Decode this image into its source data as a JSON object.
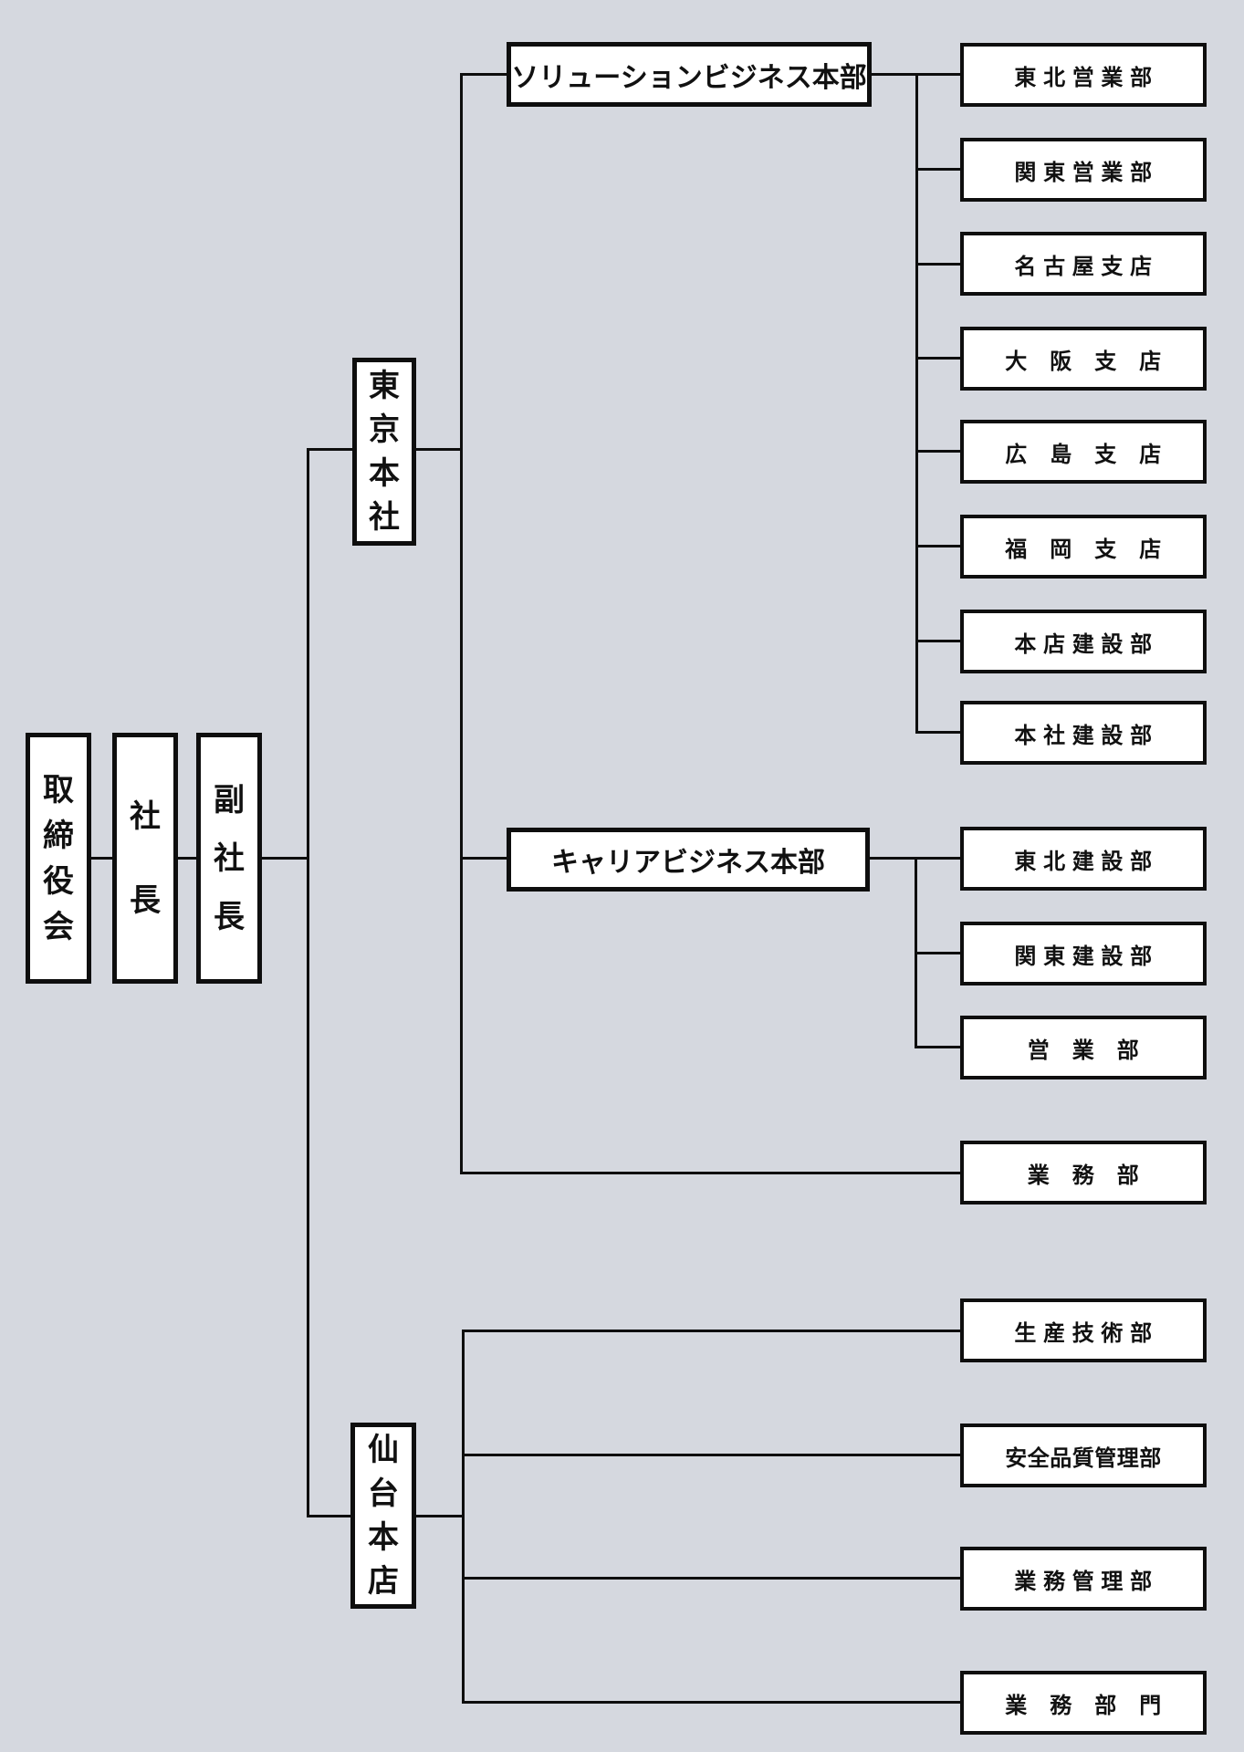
{
  "diagram": {
    "type": "org-chart",
    "background_color": "#d5d8df",
    "box_fill_color": "#ffffff",
    "line_color": "#0e0e0e",
    "hierarchy": [
      [
        "取締役会",
        "社長"
      ],
      [
        "社長",
        "副社長"
      ],
      [
        "副社長",
        "東京本社"
      ],
      [
        "副社長",
        "仙台本店"
      ],
      [
        "東京本社",
        "ソリューションビジネス本部"
      ],
      [
        "東京本社",
        "キャリアビジネス本部"
      ],
      [
        "東京本社",
        "業務部"
      ],
      [
        "ソリューションビジネス本部",
        "東北営業部"
      ],
      [
        "ソリューションビジネス本部",
        "関東営業部"
      ],
      [
        "ソリューションビジネス本部",
        "名古屋支店"
      ],
      [
        "ソリューションビジネス本部",
        "大阪支店"
      ],
      [
        "ソリューションビジネス本部",
        "広島支店"
      ],
      [
        "ソリューションビジネス本部",
        "福岡支店"
      ],
      [
        "ソリューションビジネス本部",
        "本店建設部"
      ],
      [
        "ソリューションビジネス本部",
        "本社建設部"
      ],
      [
        "キャリアビジネス本部",
        "東北建設部"
      ],
      [
        "キャリアビジネス本部",
        "関東建設部"
      ],
      [
        "キャリアビジネス本部",
        "営業部"
      ],
      [
        "仙台本店",
        "生産技術部"
      ],
      [
        "仙台本店",
        "安全品質管理部"
      ],
      [
        "仙台本店",
        "業務管理部"
      ],
      [
        "仙台本店",
        "業務部門"
      ]
    ]
  },
  "nodes": {
    "board": {
      "label": "取締役会"
    },
    "president": {
      "label": "社長"
    },
    "vice_president": {
      "label": "副社長"
    },
    "tokyo_hq": {
      "label": "東京本社"
    },
    "sendai_office": {
      "label": "仙台本店"
    },
    "solution_div": {
      "label": "ソリューションビジネス本部"
    },
    "career_div": {
      "label": "キャリアビジネス本部"
    },
    "tohoku_sales": {
      "label": "東 北 営 業 部"
    },
    "kanto_sales": {
      "label": "関 東 営 業 部"
    },
    "nagoya_branch": {
      "label": "名 古 屋 支 店"
    },
    "osaka_branch": {
      "label": "大　阪　支　店"
    },
    "hiroshima_branch": {
      "label": "広　島　支　店"
    },
    "fukuoka_branch": {
      "label": "福　岡　支　店"
    },
    "honten_construction": {
      "label": "本 店 建 設 部"
    },
    "honsha_construction": {
      "label": "本 社 建 設 部"
    },
    "tohoku_construction": {
      "label": "東 北 建 設 部"
    },
    "kanto_construction": {
      "label": "関 東 建 設 部"
    },
    "sales_dept": {
      "label": "営　業　部"
    },
    "operations_dept": {
      "label": "業　務　部"
    },
    "production_engineering": {
      "label": "生 産 技 術 部"
    },
    "safety_quality": {
      "label": "安全品質管理部"
    },
    "operations_management": {
      "label": "業 務 管 理 部"
    },
    "operations_division": {
      "label": "業　務　部　門"
    }
  }
}
